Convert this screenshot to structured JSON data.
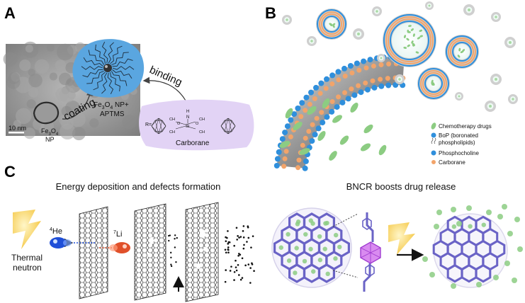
{
  "panels": {
    "a": "A",
    "b": "B",
    "c": "C"
  },
  "panel_a": {
    "scale_bar": "10 nm",
    "np_line1": "Fe",
    "np_sub1": "3",
    "np_line1b": "O",
    "np_sub1b": "4",
    "np_line2": "NP",
    "coating": "coating",
    "binding": "binding",
    "np_label_line1_pre": "Fe",
    "np_label_sub_a": "3",
    "np_label_mid": "O",
    "np_label_sub_b": "4",
    "np_label_post": " NP+",
    "np_label_line2": "APTMS",
    "carborane": "Carborane",
    "r_label": "R=",
    "ch2": "CH",
    "h_label": "H",
    "n_label": "N",
    "si_label": "Si",
    "o_label": "O"
  },
  "panel_b": {
    "legend": [
      {
        "label": "Chemotherapy drugs"
      },
      {
        "label": "BoP (boronated"
      },
      {
        "label": "phospholipids)"
      },
      {
        "label": "Phosphocholine"
      },
      {
        "label": "Carborane"
      }
    ]
  },
  "panel_c": {
    "left_title": "Energy deposition and defects formation",
    "right_title": "BNCR boosts drug release",
    "he_label_sup": "4",
    "he_label": "He",
    "li_label_sup": "7",
    "li_label": "Li",
    "thermal_line1": "Thermal",
    "thermal_line2": "neutron"
  },
  "colors": {
    "blob_blue": "#5aa6e0",
    "carborane_fill": "#e2d3f5",
    "head_blue": "#2f8fdc",
    "head_orange": "#f2a46a",
    "drug_green": "#8ccc82",
    "mof_purple": "#6a63c6",
    "he_blue": "#1f4fd8",
    "li_red": "#e0502a"
  }
}
